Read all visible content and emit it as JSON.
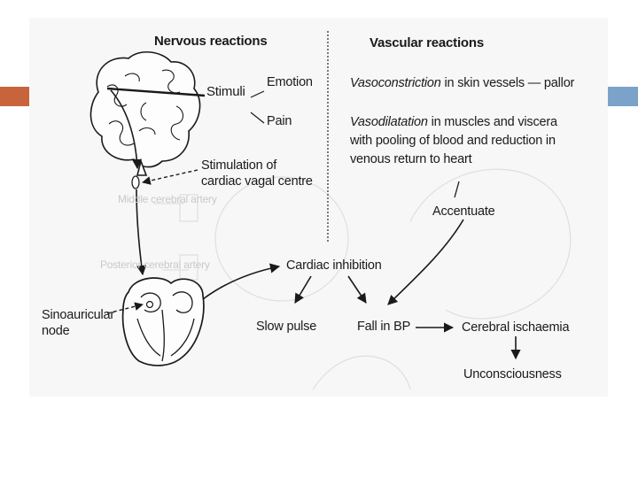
{
  "slide": {
    "accent_left_color": "#c8643c",
    "accent_right_color": "#7ba3c9"
  },
  "diagram": {
    "nervous_title": "Nervous reactions",
    "vascular_title": "Vascular reactions",
    "stimuli": "Stimuli",
    "emotion": "Emotion",
    "pain": "Pain",
    "vagal_line1": "Stimulation of",
    "vagal_line2": "cardiac vagal centre",
    "vasoconstriction_term": "Vasoconstriction",
    "vasoconstriction_rest": " in skin vessels — pallor",
    "vasodilatation_term": "Vasodilatation",
    "vasodilatation_rest": " in muscles and viscera",
    "vasodilatation_line2": "with pooling of blood and reduction in",
    "vasodilatation_line3": "venous return to heart",
    "accentuate": "Accentuate",
    "cardiac_inhibition": "Cardiac inhibition",
    "sa_node_line1": "Sinoauricular",
    "sa_node_line2": "node",
    "slow_pulse": "Slow pulse",
    "fall_in_bp": "Fall in BP",
    "cerebral_ischaemia": "Cerebral ischaemia",
    "unconsciousness": "Unconsciousness"
  },
  "background_text": {
    "artery_mid": "Middle cerebral artery",
    "artery_post": "Posterior cerebral artery"
  }
}
